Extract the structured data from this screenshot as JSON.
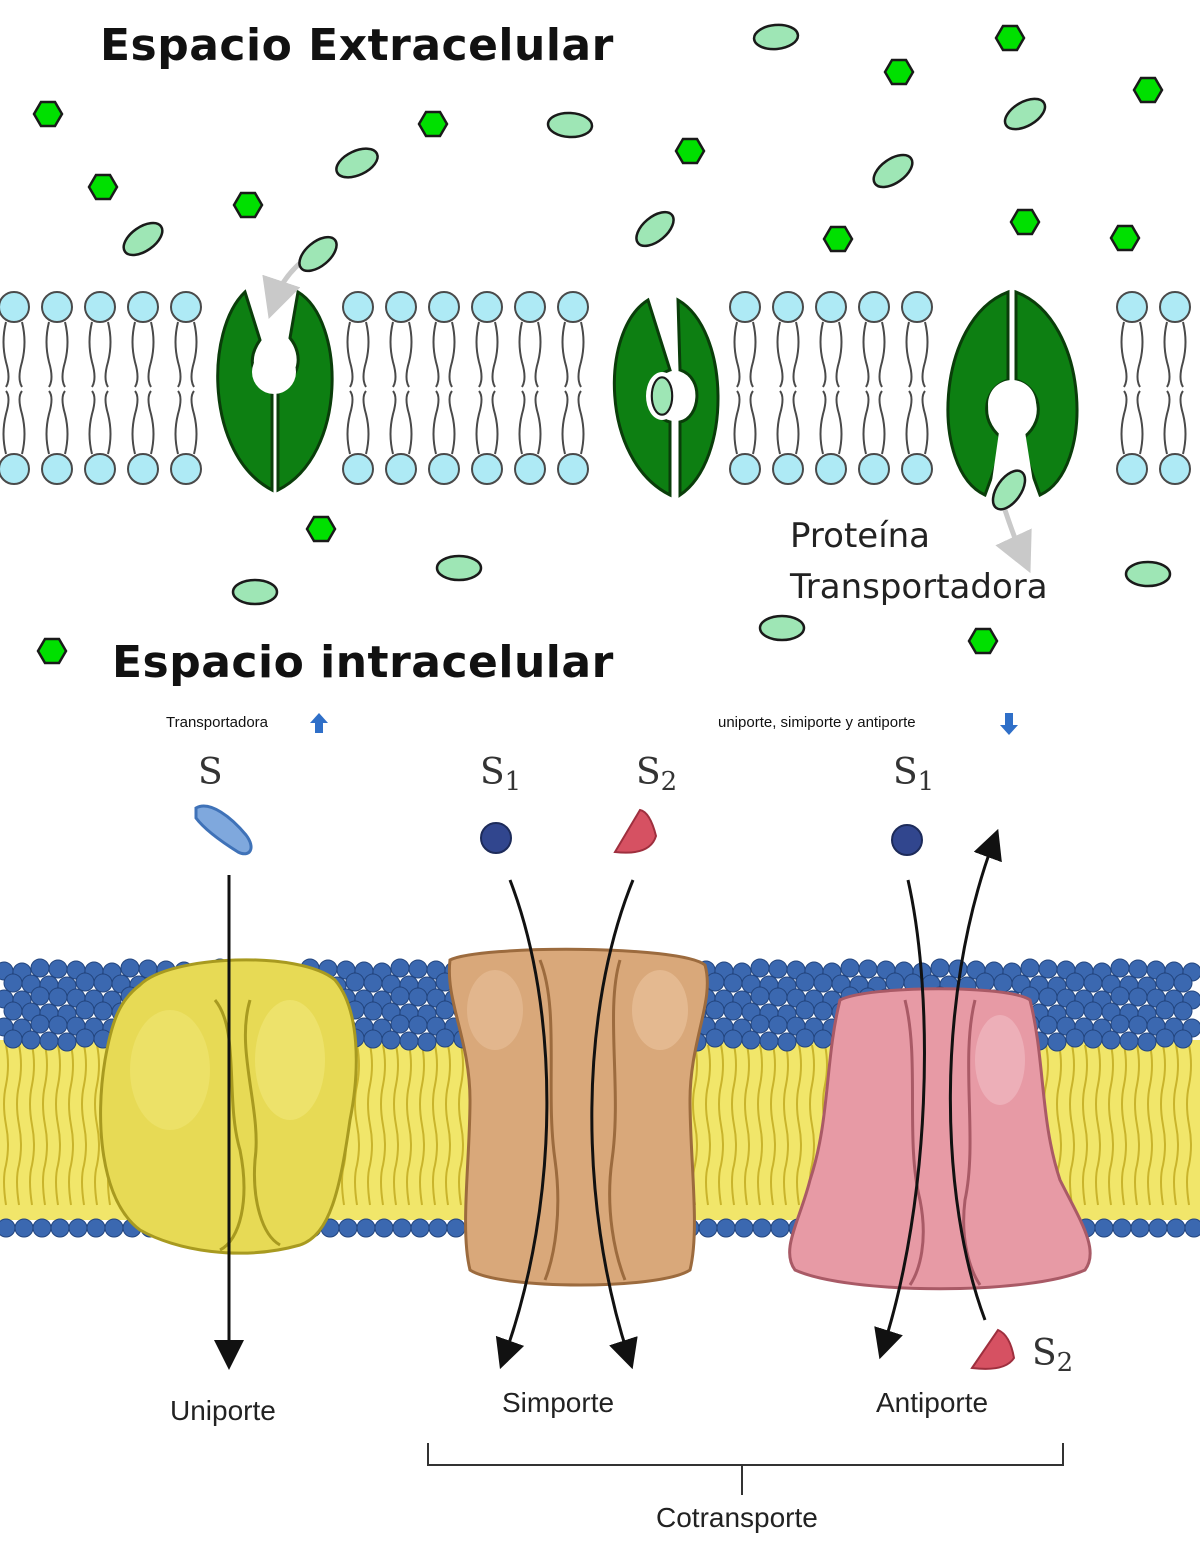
{
  "top_diagram": {
    "extracellular_label": "Espacio Extracelular",
    "intracellular_label": "Espacio intracelular",
    "transporter_label_line1": "Proteína",
    "transporter_label_line2": "Transportadora",
    "colors": {
      "hexagon_molecule": "#00e000",
      "oval_molecule": "#9ee6b5",
      "phospholipid_head": "#aeeaf5",
      "transport_protein": "#0d7f12"
    }
  },
  "bottom_diagram": {
    "note_left": "Transportadora",
    "note_right": "uniporte, simiporte y antiporte",
    "substrates": {
      "s": "S",
      "s1_base": "S",
      "s1_sub": "1",
      "s2_base": "S",
      "s2_sub": "2"
    },
    "labels": {
      "uniport": "Uniporte",
      "symport": "Simporte",
      "antiport": "Antiporte",
      "cotransport": "Cotransporte"
    },
    "colors": {
      "lipid_head": "#3b68b0",
      "lipid_tail": "#f1e66a",
      "uniport_protein": "#e7da55",
      "symport_protein": "#d9a87a",
      "antiport_protein": "#e79aa5",
      "note_arrow": "#2f6fc8"
    }
  }
}
